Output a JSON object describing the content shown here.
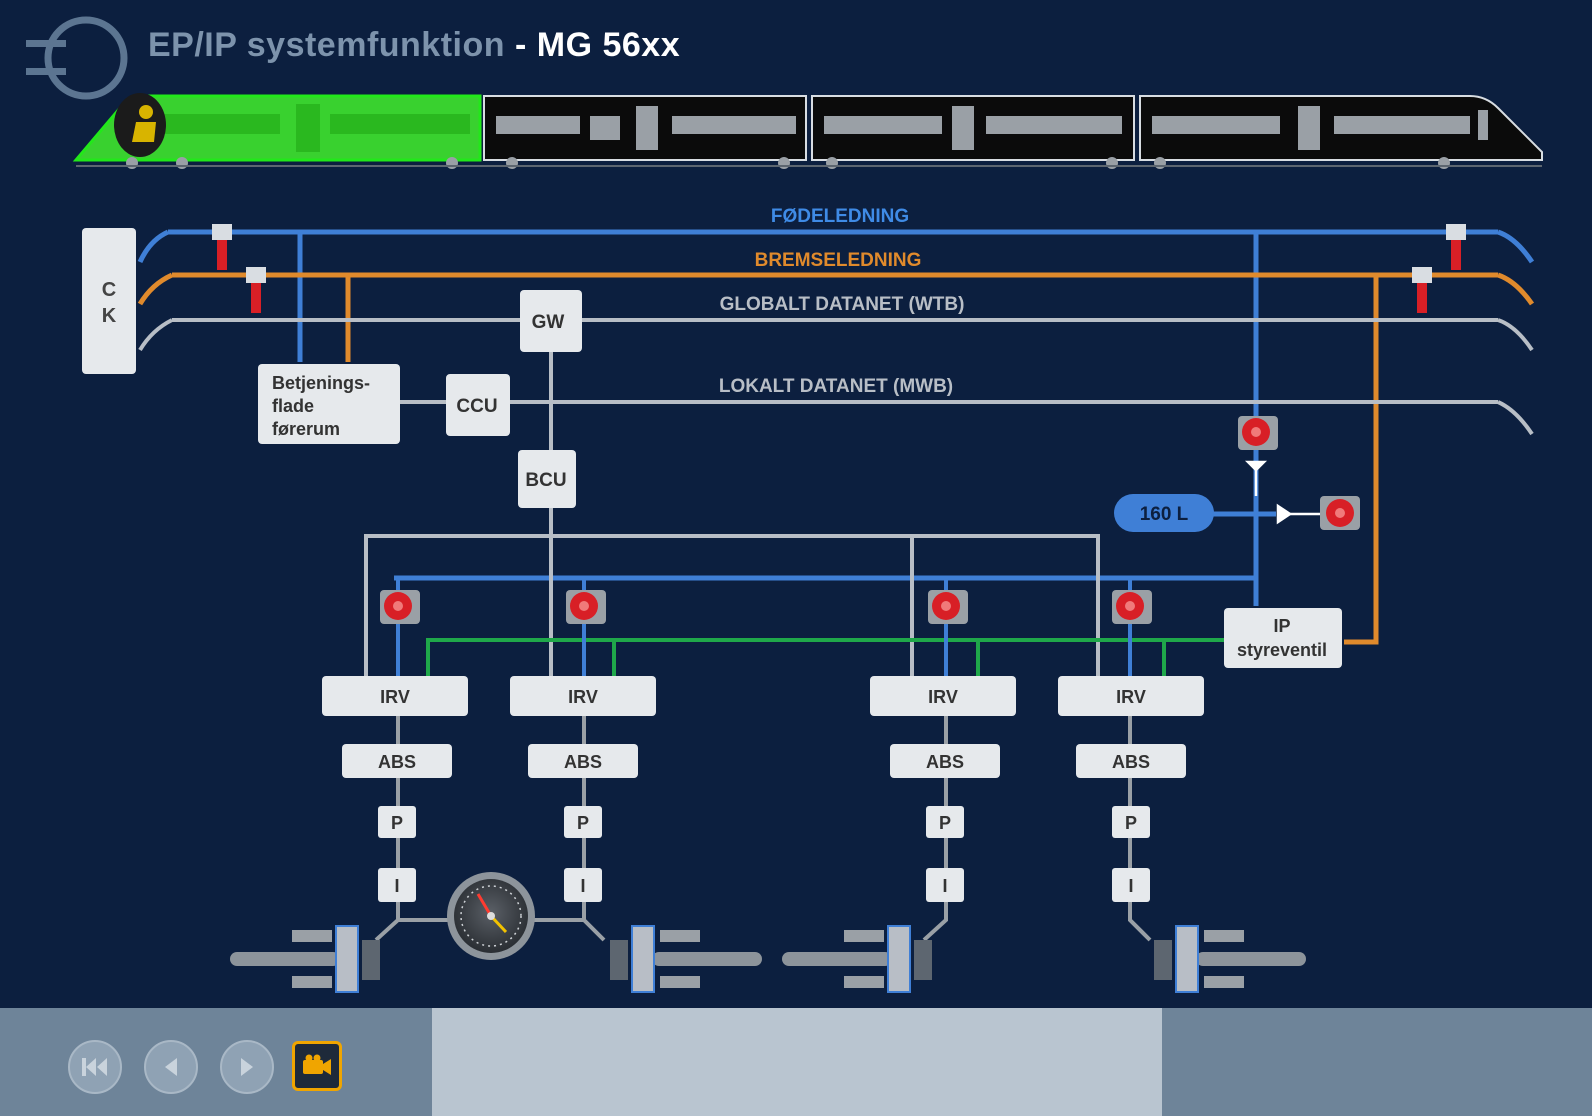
{
  "header": {
    "title_part1": "EP/IP systemfunktion",
    "title_part2": " - MG 56xx"
  },
  "lines": {
    "fodeledning": "FØDELEDNING",
    "bremseledning": "BREMSELEDNING",
    "globalt": "GLOBALT DATANET (WTB)",
    "lokalt": "LOKALT DATANET (MWB)"
  },
  "boxes": {
    "ck_c": "C",
    "ck_k": "K",
    "gw": "GW",
    "ccu": "CCU",
    "bcu": "BCU",
    "betjening_1": "Betjenings-",
    "betjening_2": "flade",
    "betjening_3": "førerum",
    "ip_1": "IP",
    "ip_2": "styreventil",
    "tank": "160 L",
    "irv": "IRV",
    "abs": "ABS",
    "p": "P",
    "i": "I"
  },
  "colors": {
    "background": "#0c1f3f",
    "feed_pipe": "#3f7fd6",
    "brake_pipe": "#e08a2c",
    "data_net": "#b8bec6",
    "control_green": "#1fa84a",
    "highlight_car": "#39d12f"
  },
  "controls": {
    "first_icon": "skip-to-start-icon",
    "prev_icon": "previous-icon",
    "next_icon": "next-icon",
    "video_icon": "video-camera-icon"
  }
}
